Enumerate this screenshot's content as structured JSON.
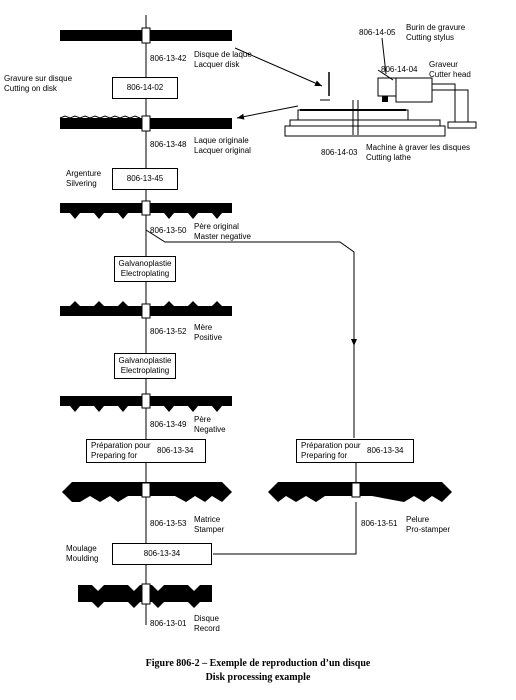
{
  "cutting_lathe": {
    "stylus": {
      "code": "806-14-05",
      "fr": "Burin de gravure",
      "en": "Cutting stylus"
    },
    "head": {
      "code": "806-14-04",
      "fr": "Graveur",
      "en": "Cutter head"
    },
    "machine": {
      "code": "806-14-03",
      "fr": "Machine à graver les disques",
      "en": "Cutting lathe"
    }
  },
  "steps": {
    "lacquer": {
      "code": "806-13-42",
      "fr": "Disque de laque",
      "en": "Lacquer disk"
    },
    "cutting": {
      "code": "806-14-02",
      "fr": "Gravure sur disque",
      "en": "Cutting on disk"
    },
    "original": {
      "code": "806-13-48",
      "fr": "Laque originale",
      "en": "Lacquer original"
    },
    "silvering": {
      "code": "806-13-45",
      "fr": "Argenture",
      "en": "Silvering"
    },
    "master": {
      "code": "806-13-50",
      "fr": "Père original",
      "en": "Master negative"
    },
    "plating1": {
      "fr": "Galvanoplastie",
      "en": "Electroplating"
    },
    "mother": {
      "code": "806-13-52",
      "fr": "Mère",
      "en": "Positive"
    },
    "plating2": {
      "fr": "Galvanoplastie",
      "en": "Electroplating"
    },
    "father": {
      "code": "806-13-49",
      "fr": "Père",
      "en": "Negative"
    },
    "prep_left": {
      "code": "806-13-34",
      "fr": "Préparation pour",
      "en": "Preparing for"
    },
    "prep_right": {
      "code": "806-13-34",
      "fr": "Préparation pour",
      "en": "Preparing for"
    },
    "stamper": {
      "code": "806-13-53",
      "fr": "Matrice",
      "en": "Stamper"
    },
    "prostamper": {
      "code": "806-13-51",
      "fr": "Pelure",
      "en": "Pro-stamper"
    },
    "moulding": {
      "code": "806-13-34",
      "fr": "Moulage",
      "en": "Moulding"
    },
    "record": {
      "code": "806-13-01",
      "fr": "Disque",
      "en": "Record"
    }
  },
  "caption": {
    "line1": "Figure 806-2 – Exemple de reproduction d’un disque",
    "line2": "Disk processing example"
  }
}
